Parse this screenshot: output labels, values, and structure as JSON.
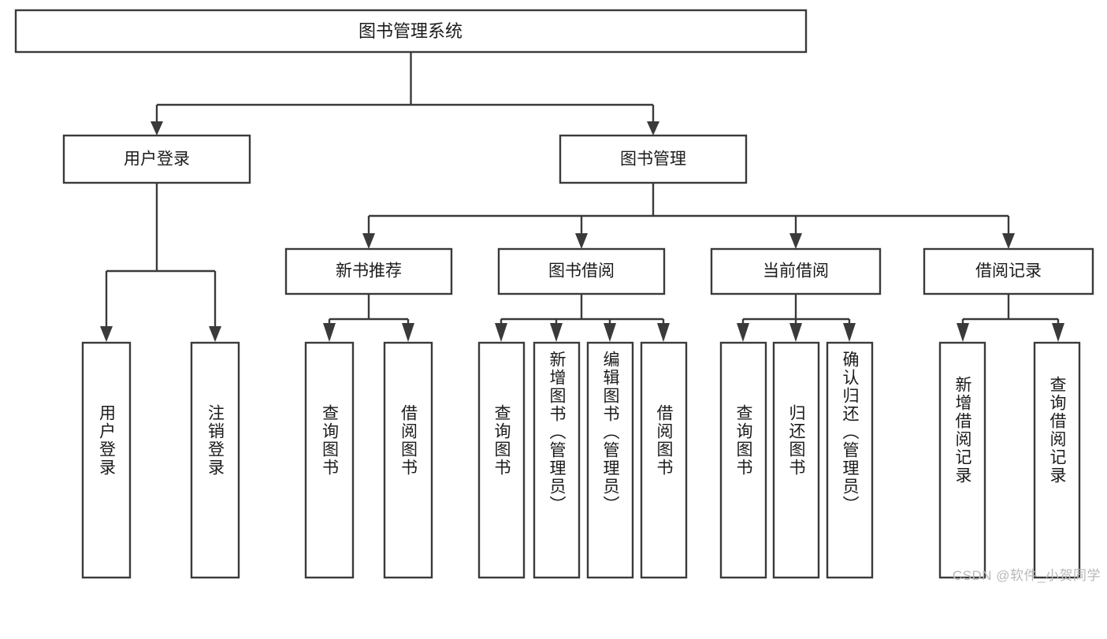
{
  "diagram": {
    "type": "tree-hierarchy",
    "title": "图书管理系统",
    "root": {
      "id": "root",
      "label": "图书管理系统",
      "orientation": "horizontal"
    },
    "level2": [
      {
        "id": "user-login",
        "label": "用户登录",
        "orientation": "horizontal"
      },
      {
        "id": "book-management",
        "label": "图书管理",
        "orientation": "horizontal"
      }
    ],
    "level3": [
      {
        "id": "new-book-recommend",
        "label": "新书推荐",
        "orientation": "horizontal",
        "parent": "book-management"
      },
      {
        "id": "book-borrow",
        "label": "图书借阅",
        "orientation": "horizontal",
        "parent": "book-management"
      },
      {
        "id": "current-borrow",
        "label": "当前借阅",
        "orientation": "horizontal",
        "parent": "book-management"
      },
      {
        "id": "borrow-record",
        "label": "借阅记录",
        "orientation": "horizontal",
        "parent": "book-management"
      }
    ],
    "leaves": [
      {
        "id": "leaf-user-login",
        "label": "用户登录",
        "orientation": "vertical",
        "parent": "user-login"
      },
      {
        "id": "leaf-user-logout",
        "label": "注销登录",
        "orientation": "vertical",
        "parent": "user-login"
      },
      {
        "id": "leaf-query-book-1",
        "label": "查询图书",
        "orientation": "vertical",
        "parent": "new-book-recommend"
      },
      {
        "id": "leaf-borrow-book-1",
        "label": "借阅图书",
        "orientation": "vertical",
        "parent": "new-book-recommend"
      },
      {
        "id": "leaf-query-book-2",
        "label": "查询图书",
        "orientation": "vertical",
        "parent": "book-borrow"
      },
      {
        "id": "leaf-add-book",
        "label": "新增图书（管理员）",
        "orientation": "vertical",
        "parent": "book-borrow"
      },
      {
        "id": "leaf-edit-book",
        "label": "编辑图书（管理员）",
        "orientation": "vertical",
        "parent": "book-borrow"
      },
      {
        "id": "leaf-borrow-book-2",
        "label": "借阅图书",
        "orientation": "vertical",
        "parent": "book-borrow"
      },
      {
        "id": "leaf-query-book-3",
        "label": "查询图书",
        "orientation": "vertical",
        "parent": "current-borrow"
      },
      {
        "id": "leaf-return-book",
        "label": "归还图书",
        "orientation": "vertical",
        "parent": "current-borrow"
      },
      {
        "id": "leaf-confirm-return",
        "label": "确认归还（管理员）",
        "orientation": "vertical",
        "parent": "current-borrow"
      },
      {
        "id": "leaf-add-record",
        "label": "新增借阅记录",
        "orientation": "vertical",
        "parent": "borrow-record"
      },
      {
        "id": "leaf-query-record",
        "label": "查询借阅记录",
        "orientation": "vertical",
        "parent": "borrow-record"
      }
    ],
    "colors": {
      "box_stroke": "#3a3a3a",
      "box_fill": "#ffffff",
      "connector": "#3a3a3a",
      "text": "#1b1b1b",
      "background": "#ffffff",
      "watermark": "#b9b9b9"
    }
  },
  "watermark": {
    "text": "CSDN @软件_小贺同学"
  }
}
